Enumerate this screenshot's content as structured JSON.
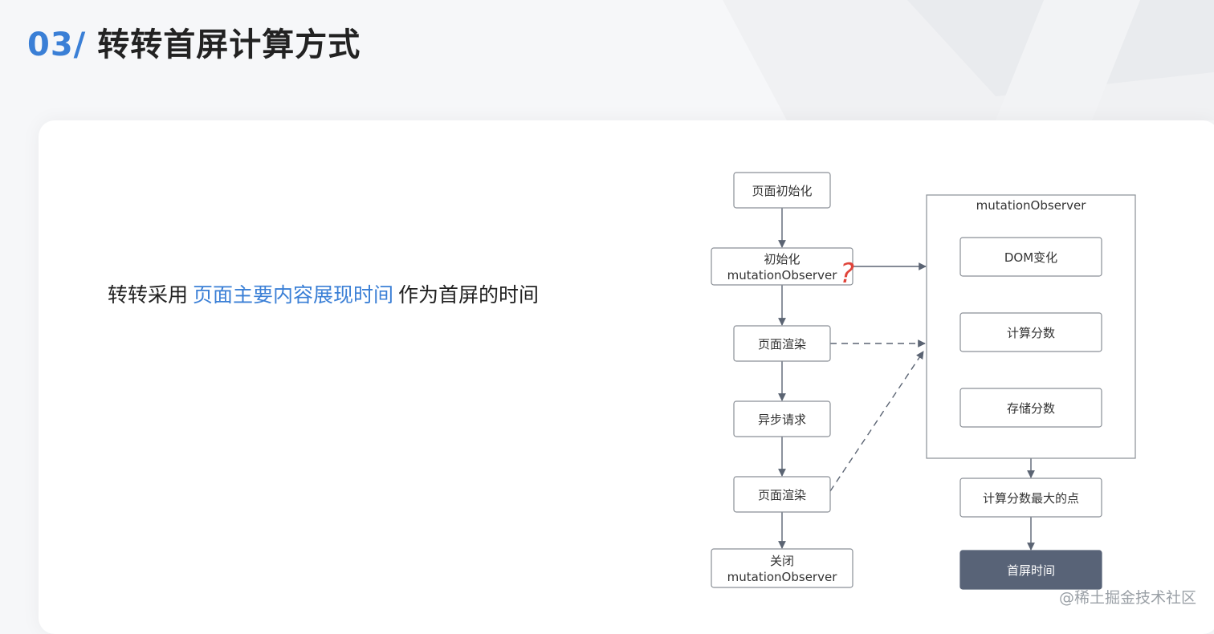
{
  "slide": {
    "number": "03/",
    "title": "转转首屏计算方式"
  },
  "lead": {
    "prefix": "转转采用",
    "highlight": "页面主要内容展现时间",
    "suffix": "作为首屏的时间"
  },
  "diagram": {
    "left_flow": [
      {
        "id": "init",
        "lines": [
          "页面初始化"
        ]
      },
      {
        "id": "mo-init",
        "lines": [
          "初始化",
          "mutationObserver"
        ]
      },
      {
        "id": "render1",
        "lines": [
          "页面渲染"
        ]
      },
      {
        "id": "async",
        "lines": [
          "异步请求"
        ]
      },
      {
        "id": "render2",
        "lines": [
          "页面渲染"
        ]
      },
      {
        "id": "mo-close",
        "lines": [
          "关闭",
          "mutationObserver"
        ]
      }
    ],
    "observer_group": {
      "label": "mutationObserver",
      "steps": [
        {
          "id": "dom-change",
          "lines": [
            "DOM变化"
          ]
        },
        {
          "id": "calc-score",
          "lines": [
            "计算分数"
          ]
        },
        {
          "id": "store-score",
          "lines": [
            "存储分数"
          ]
        }
      ]
    },
    "right_tail": [
      {
        "id": "max-point",
        "lines": [
          "计算分数最大的点"
        ]
      },
      {
        "id": "first-screen",
        "lines": [
          "首屏时间"
        ],
        "highlight": true
      }
    ],
    "annotation": "?",
    "colors": {
      "node_border": "#8a8f96",
      "arrow": "#5b6473",
      "dark_node": "#586377",
      "annotation": "#e0443a"
    }
  },
  "watermark": "@稀土掘金技术社区"
}
